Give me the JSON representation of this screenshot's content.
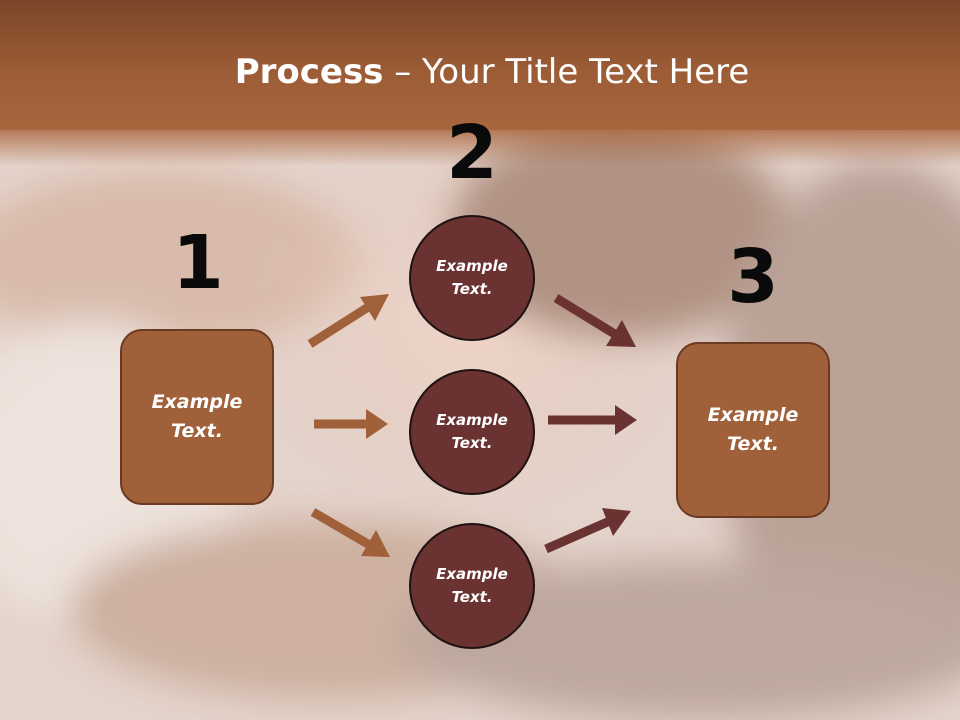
{
  "title": {
    "bold": "Process",
    "rest": " – Your Title Text Here"
  },
  "steps": [
    {
      "number": "1",
      "label": "Example Text."
    },
    {
      "number": "2",
      "label": "Example Text."
    },
    {
      "number": "3",
      "label": "Example Text."
    }
  ],
  "circles": [
    {
      "label": "Example Text."
    },
    {
      "label": "Example Text."
    },
    {
      "label": "Example Text."
    }
  ],
  "colors": {
    "box_fill": "#a0603a",
    "circle_fill": "#6b3232",
    "arrow_left": "#a0603a",
    "arrow_right": "#6b3232",
    "header_band": "#8a4f2c"
  }
}
